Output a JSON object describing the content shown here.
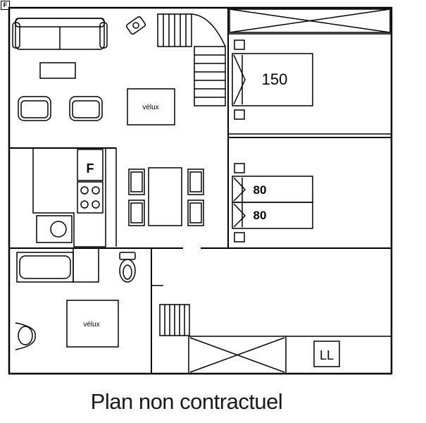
{
  "corner_tag": "F",
  "labels": {
    "velux_top": "vélux",
    "velux_bottom": "vélux",
    "bed_double": "150",
    "bed_single_a": "80",
    "bed_single_b": "80",
    "fridge": "F",
    "linen": "LL"
  },
  "caption": "Plan non contractuel",
  "colors": {
    "line": "#000000",
    "background": "#ffffff"
  }
}
